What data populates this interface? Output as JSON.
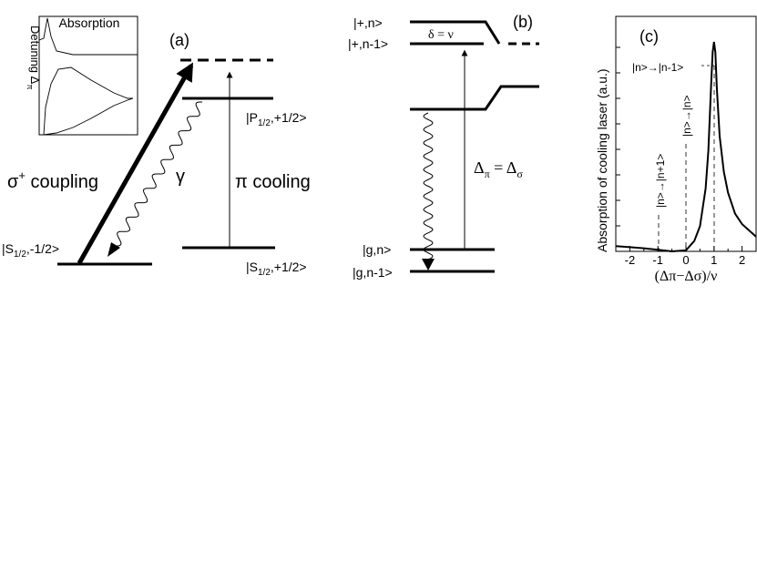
{
  "panel_a": {
    "tag": "(a)",
    "inset_title": "Absorption",
    "inset_ylabel": "Detuning Δ",
    "inset_ylabel_sub": "π",
    "level_p": "|P",
    "level_p_sub": "1/2",
    "level_p_suffix": ",+1/2>",
    "level_s_plus": "|S",
    "level_s_plus_sub": "1/2",
    "level_s_plus_suffix": ",+1/2>",
    "level_s_minus": "|S",
    "level_s_minus_sub": "1/2",
    "level_s_minus_suffix": ",-1/2>",
    "gamma": "γ",
    "sigma_sym": "σ",
    "sigma_sup": "+",
    "sigma_text": " coupling",
    "pi_cooling": "π cooling"
  },
  "panel_b": {
    "tag": "(b)",
    "level_plus_n": "|+,n>",
    "level_plus_n1": "|+,n-1>",
    "delta_eq": "δ = ν",
    "level_g_n": "|g,n>",
    "level_g_n1": "|g,n-1>",
    "resonance_lhs": "Δ",
    "resonance_lhs_sub": "π",
    "resonance_eq": " = Δ",
    "resonance_rhs_sub": "σ"
  },
  "panel_c": {
    "tag": "(c)",
    "ylabel": "Absorption of cooling laser (a.u.)",
    "xlabel": "(Δπ−Δσ)/ν",
    "ann_top": "|n>→|n-1>",
    "ann_mid": "|n>→|n>",
    "ann_left": "|n>→|n+1>",
    "ticks": [
      "-2",
      "-1",
      "0",
      "1",
      "2"
    ]
  },
  "chart_data": {
    "type": "line",
    "xlabel": "(Δπ−Δσ)/ν",
    "ylabel": "Absorption of cooling laser (a.u.)",
    "xlim": [
      -2.5,
      2.5
    ],
    "grid": false,
    "series": [
      {
        "x": [
          -2.5,
          -2.0,
          -1.5,
          -1.0,
          -0.5,
          0.0,
          0.3,
          0.5,
          0.7,
          0.8,
          0.9,
          0.95,
          1.0,
          1.05,
          1.1,
          1.2,
          1.35,
          1.5,
          1.75,
          2.0,
          2.5
        ],
        "y": [
          0.025,
          0.02,
          0.015,
          0.008,
          0.0,
          0.005,
          0.05,
          0.12,
          0.3,
          0.48,
          0.8,
          0.95,
          1.0,
          0.95,
          0.78,
          0.55,
          0.38,
          0.28,
          0.18,
          0.13,
          0.07
        ]
      }
    ]
  }
}
